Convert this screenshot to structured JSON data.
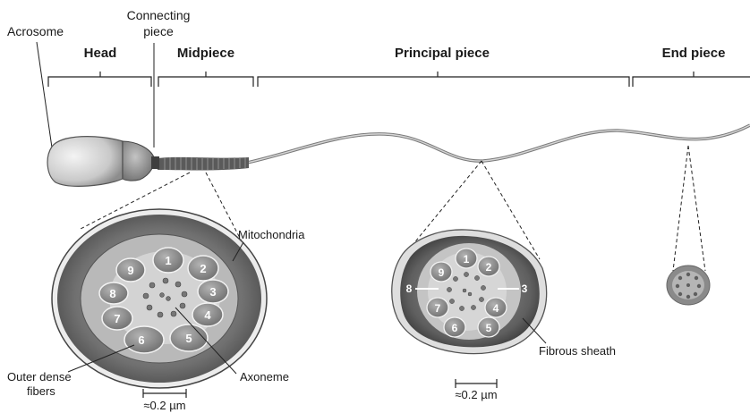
{
  "labels": {
    "acrosome": "Acrosome",
    "connecting_line1": "Connecting",
    "connecting_line2": "piece",
    "head": "Head",
    "midpiece": "Midpiece",
    "principal_piece": "Principal piece",
    "end_piece": "End piece",
    "mitochondria": "Mitochondria",
    "outer_dense_line1": "Outer dense",
    "outer_dense_line2": "fibers",
    "axoneme": "Axoneme",
    "fibrous_sheath": "Fibrous sheath",
    "scale_midpiece": "≈0.2 µm",
    "scale_principal": "≈0.2 µm"
  },
  "fiber_numbers": [
    "1",
    "2",
    "3",
    "4",
    "5",
    "6",
    "7",
    "8",
    "9"
  ],
  "colors": {
    "line": "#222222",
    "fiber_fill": "#8e8e8e",
    "midpiece_outer": "#6a6a6a",
    "principal_outer": "#5e5e5e",
    "pale": "#d9d9d9"
  }
}
